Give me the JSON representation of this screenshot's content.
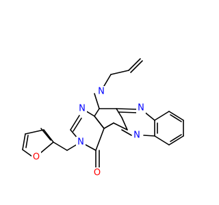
{
  "molecule": {
    "atoms": {
      "n_allyl": {
        "text": "N",
        "color": "#0000ff"
      },
      "n_pyr_left": {
        "text": "N",
        "color": "#0000ff"
      },
      "n_pyr_right": {
        "text": "N",
        "color": "#0000ff"
      },
      "n_furfuryl": {
        "text": "N",
        "color": "#0000ff"
      },
      "n_pyz_bottom": {
        "text": "N",
        "color": "#0000ff"
      },
      "o_carbonyl": {
        "text": "O",
        "color": "#ff0000"
      },
      "o_furan": {
        "text": "O",
        "color": "#ff0000"
      }
    }
  }
}
